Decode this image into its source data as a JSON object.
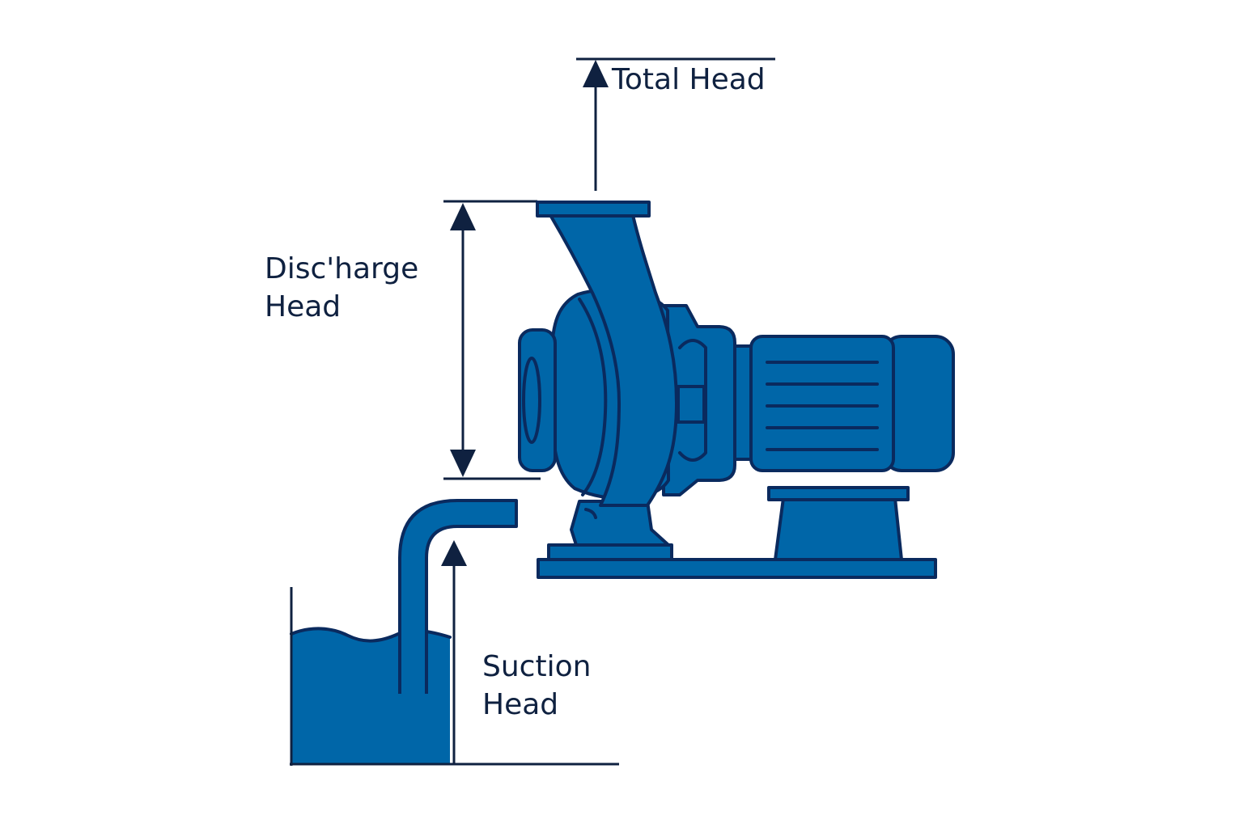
{
  "labels": {
    "total_head": "Total Head",
    "discharge_head_line1": "Disc'harge",
    "discharge_head_line2": "Head",
    "suction_head_line1": "Suction",
    "suction_head_line2": "Head"
  },
  "colors": {
    "pump_fill": "#0066a8",
    "outline": "#0a2a5e",
    "annotation": "#0f2140",
    "background": "#ffffff"
  }
}
